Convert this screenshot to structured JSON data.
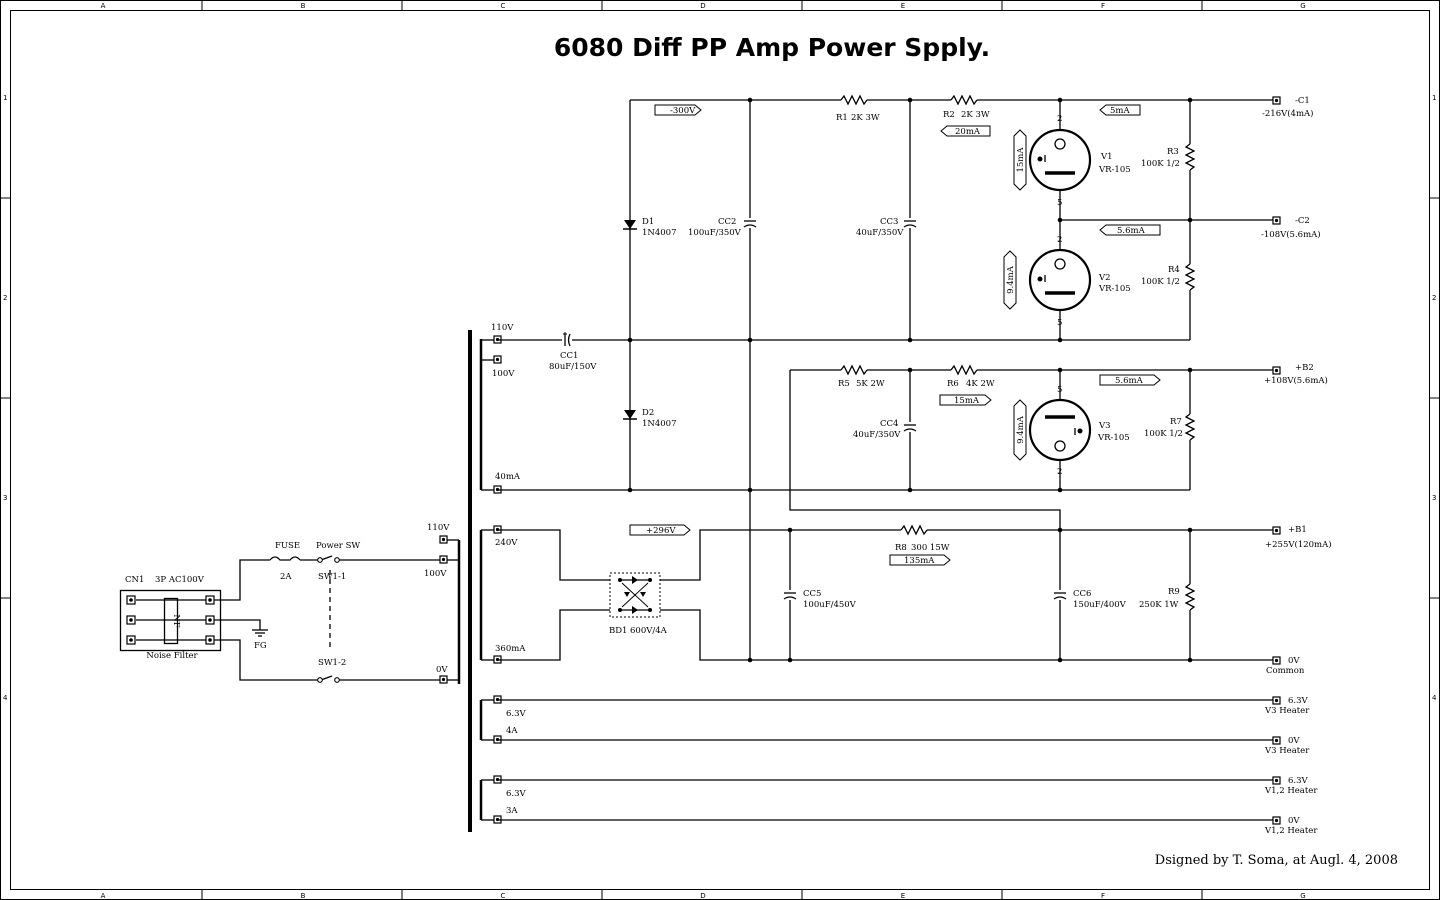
{
  "title": "6080 Diff PP Amp Power Spply.",
  "credit": "Dsigned by T. Soma, at Augl. 4, 2008",
  "grid": {
    "cols": [
      "A",
      "B",
      "C",
      "D",
      "E",
      "F",
      "G"
    ],
    "rows": [
      "1",
      "2",
      "3",
      "4"
    ]
  },
  "input": {
    "cn1": "CN1",
    "cn1_type": "3P AC100V",
    "nf": "NF",
    "noise_filter": "Noise Filter",
    "fg": "FG",
    "fuse": "FUSE",
    "fuse_val": "2A",
    "power_sw": "Power SW",
    "sw1_1": "SW1-1",
    "sw1_2": "SW1-2"
  },
  "primary": {
    "tap_110": "110V",
    "tap_100": "100V",
    "tap_0": "0V"
  },
  "secondary": {
    "tap_110": "110V",
    "tap_100": "100V",
    "cur_40": "40mA",
    "tap_240": "240V",
    "cur_360": "360mA",
    "h1_v": "6.3V",
    "h1_a": "4A",
    "h2_v": "6.3V",
    "h2_a": "3A"
  },
  "parts": {
    "cc1": "CC1",
    "cc1_val": "80uF/150V",
    "d1": "D1",
    "d1_val": "1N4007",
    "d2": "D2",
    "d2_val": "1N4007",
    "cc2": "CC2",
    "cc2_val": "100uF/350V",
    "r1": "R1",
    "r1_val": "2K 3W",
    "cc3": "CC3",
    "cc3_val": "40uF/350V",
    "r2": "R2",
    "r2_val": "2K 3W",
    "r3": "R3",
    "r3_val": "100K 1/2",
    "r4": "R4",
    "r4_val": "100K 1/2",
    "r5": "R5",
    "r5_val": "5K 2W",
    "r6": "R6",
    "r6_val": "4K 2W",
    "cc4": "CC4",
    "cc4_val": "40uF/350V",
    "r7": "R7",
    "r7_val": "100K 1/2",
    "bd1": "BD1",
    "bd1_val": "600V/4A",
    "r8": "R8",
    "r8_val": "300 15W",
    "cc5": "CC5",
    "cc5_val": "100uF/450V",
    "cc6": "CC6",
    "cc6_val": "150uF/400V",
    "r9": "R9",
    "r9_val": "250K 1W"
  },
  "tubes": {
    "v1": "V1",
    "v2": "V2",
    "v3": "V3",
    "type": "VR-105",
    "pin2": "2",
    "pin5": "5",
    "v1_current": "15mA",
    "v2_current": "9.4mA",
    "v3_current": "9.4mA"
  },
  "tags": {
    "m300": "-300V",
    "ma20": "20mA",
    "ma5": "5mA",
    "ma56a": "5.6mA",
    "ma56b": "5.6mA",
    "ma15": "15mA",
    "p296": "+296V",
    "ma135": "135mA"
  },
  "outputs": {
    "c1": "-C1",
    "c1_desc": "-216V(4mA)",
    "c2": "-C2",
    "c2_desc": "-108V(5.6mA)",
    "b2": "+B2",
    "b2_desc": "+108V(5.6mA)",
    "b1": "+B1",
    "b1_desc": "+255V(120mA)",
    "com": "0V",
    "com_desc": "Common",
    "h3v": "6.3V",
    "h3v_desc": "V3 Heater",
    "h3g": "0V",
    "h3g_desc": "V3 Heater",
    "h12v": "6.3V",
    "h12v_desc": "V1,2 Heater",
    "h12g": "0V",
    "h12g_desc": "V1,2 Heater"
  }
}
